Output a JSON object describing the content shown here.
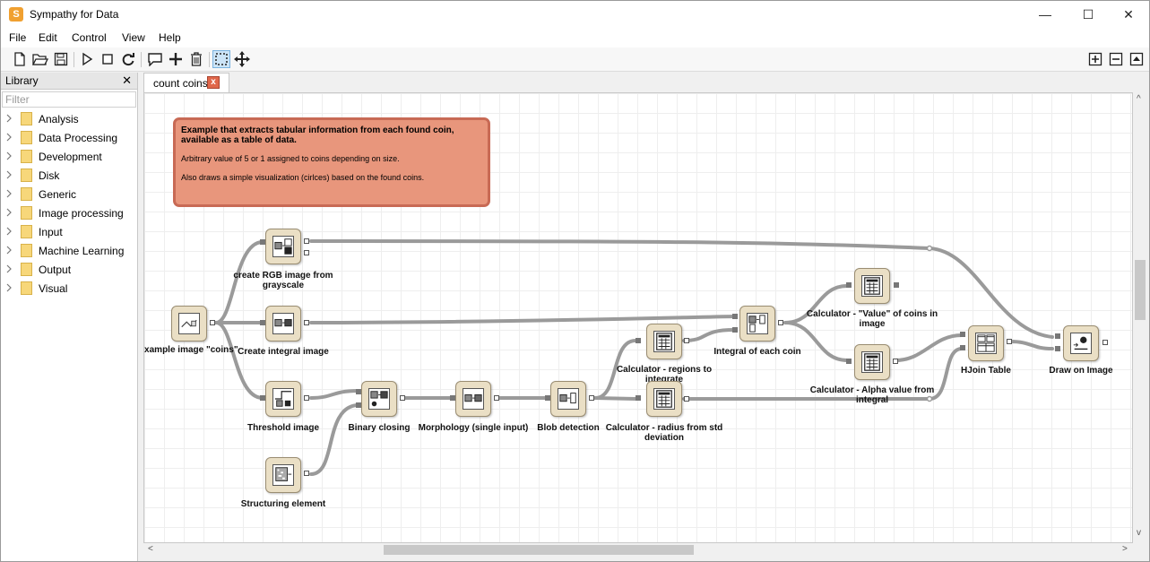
{
  "app": {
    "title": "Sympathy for Data",
    "icon_glyph": "S"
  },
  "window_controls": {
    "minimize": "—",
    "maximize": "☐",
    "close": "✕"
  },
  "menu": [
    "File",
    "Edit",
    "Control",
    "View",
    "Help"
  ],
  "library": {
    "title": "Library",
    "close": "✕",
    "filter_placeholder": "Filter",
    "items": [
      "Analysis",
      "Data Processing",
      "Development",
      "Disk",
      "Generic",
      "Image processing",
      "Input",
      "Machine Learning",
      "Output",
      "Visual"
    ]
  },
  "tabs": [
    {
      "label": "count coins",
      "close": "x"
    }
  ],
  "note": {
    "title": "Example that extracts tabular information from each found coin, available as a table of data.",
    "line1": "Arbitrary value of 5 or 1 assigned to coins depending on size.",
    "line2": "Also draws a simple visualization (cirlces) based on the found coins."
  },
  "nodes": [
    {
      "id": "example-image",
      "label": "Example image \"coins\"",
      "icon": "image-icon"
    },
    {
      "id": "create-rgb",
      "label": "create RGB image from grayscale",
      "icon": "grayscale-to-rgb-icon"
    },
    {
      "id": "integral-image",
      "label": "Create integral image",
      "icon": "integral-image-icon"
    },
    {
      "id": "threshold",
      "label": "Threshold image",
      "icon": "threshold-icon"
    },
    {
      "id": "structuring",
      "label": "Structuring element",
      "icon": "structuring-element-icon"
    },
    {
      "id": "binary-closing",
      "label": "Binary closing",
      "icon": "binary-closing-icon"
    },
    {
      "id": "morphology",
      "label": "Morphology (single input)",
      "icon": "morphology-icon"
    },
    {
      "id": "blob",
      "label": "Blob detection",
      "icon": "blob-detection-icon"
    },
    {
      "id": "calc-regions",
      "label": "Calculator - regions to integrate",
      "icon": "calculator-icon"
    },
    {
      "id": "calc-radius",
      "label": "Calculator - radius from std deviation",
      "icon": "calculator-icon"
    },
    {
      "id": "integral-coin",
      "label": "Integral of each coin",
      "icon": "integral-coin-icon"
    },
    {
      "id": "calc-value",
      "label": "Calculator - \"Value\" of coins in image",
      "icon": "calculator-icon"
    },
    {
      "id": "calc-alpha",
      "label": "Calculator - Alpha value from integral",
      "icon": "calculator-icon"
    },
    {
      "id": "hjoin",
      "label": "HJoin Table",
      "icon": "hjoin-table-icon"
    },
    {
      "id": "draw",
      "label": "Draw on Image",
      "icon": "draw-on-image-icon"
    }
  ]
}
